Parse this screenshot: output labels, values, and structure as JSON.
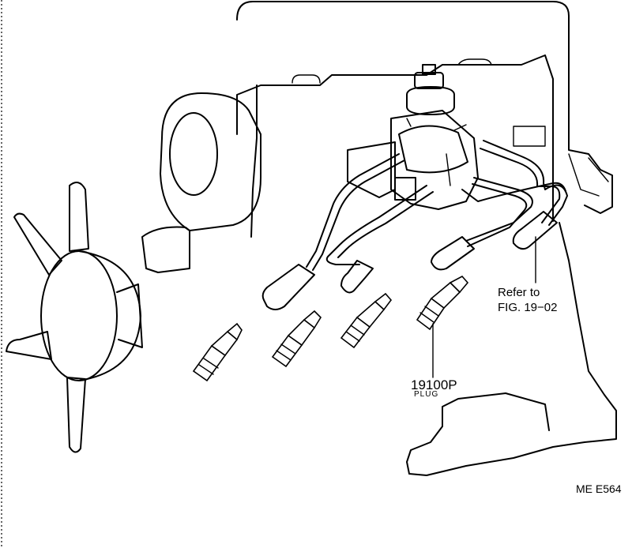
{
  "labels": {
    "reference_line1": "Refer to",
    "reference_line2": "FIG. 19−02",
    "part_number": "19100P",
    "part_name": "PLUG",
    "figure_code": "ME E564"
  }
}
